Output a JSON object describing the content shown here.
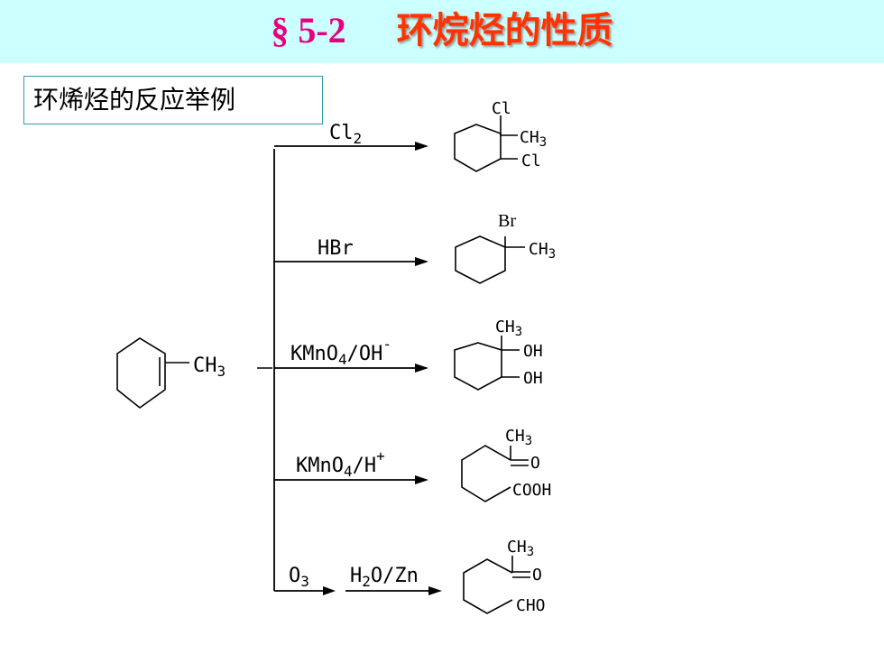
{
  "slide": {
    "section_number": "§ 5-2",
    "title": "环烷烃的性质",
    "example_label": "环烯烃的反应举例"
  },
  "reactant": {
    "substituent": "CH3"
  },
  "reactions": [
    {
      "reagent": "Cl2",
      "product_labels": [
        "Cl",
        "CH3",
        "Cl"
      ]
    },
    {
      "reagent": "HBr",
      "product_labels": [
        "Br",
        "CH3"
      ]
    },
    {
      "reagent": "KMnO4/OH-",
      "product_labels": [
        "CH3",
        "OH",
        "OH"
      ]
    },
    {
      "reagent": "KMnO4/H+",
      "product_labels": [
        "CH3",
        "=O",
        "COOH"
      ]
    },
    {
      "reagent": "O3",
      "second_reagent": "H2O/Zn",
      "product_labels": [
        "CH3",
        "=O",
        "CHO"
      ]
    }
  ],
  "colors": {
    "header_background": "#ccffff",
    "section_number_color": "#e6007e",
    "title_color": "#ff3300",
    "box_border": "#3399aa"
  }
}
